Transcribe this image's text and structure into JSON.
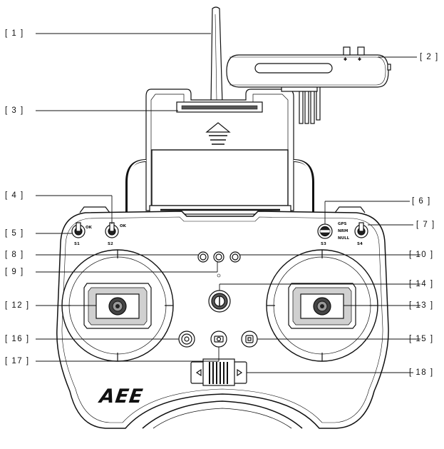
{
  "callouts": [
    {
      "id": "1",
      "text": "[ 1 ]"
    },
    {
      "id": "2",
      "text": "[ 2 ]"
    },
    {
      "id": "3",
      "text": "[ 3 ]"
    },
    {
      "id": "4",
      "text": "[ 4 ]"
    },
    {
      "id": "5",
      "text": "[ 5 ]"
    },
    {
      "id": "6",
      "text": "[ 6 ]"
    },
    {
      "id": "7",
      "text": "[ 7 ]"
    },
    {
      "id": "8",
      "text": "[ 8 ]"
    },
    {
      "id": "9",
      "text": "[ 9 ]"
    },
    {
      "id": "10",
      "text": "[ 10 ]"
    },
    {
      "id": "12",
      "text": "[ 12 ]"
    },
    {
      "id": "13",
      "text": "[ 13 ]"
    },
    {
      "id": "14",
      "text": "[ 14 ]"
    },
    {
      "id": "15",
      "text": "[ 15 ]"
    },
    {
      "id": "16",
      "text": "[ 16 ]"
    },
    {
      "id": "17",
      "text": "[ 17 ]"
    },
    {
      "id": "18",
      "text": "[ 18 ]"
    }
  ],
  "switches": {
    "s1": {
      "label": "S1",
      "pos_top": "OK",
      "pos_mid": "",
      "pos_bot": ""
    },
    "s2": {
      "label": "S2",
      "pos_top": "OK",
      "pos_mid": "",
      "pos_bot": ""
    },
    "s3": {
      "label": "S3"
    },
    "s4": {
      "label": "S4",
      "pos_top": "GPS",
      "pos_mid": "NRM",
      "pos_bot": "NULL"
    }
  },
  "brand": "AEE",
  "icons": [
    "antenna",
    "wifi-module",
    "phone-holder",
    "toggle-switch",
    "power-button",
    "light-button",
    "video-button",
    "joystick",
    "shutter-button",
    "photo-button",
    "record-button",
    "slider"
  ]
}
